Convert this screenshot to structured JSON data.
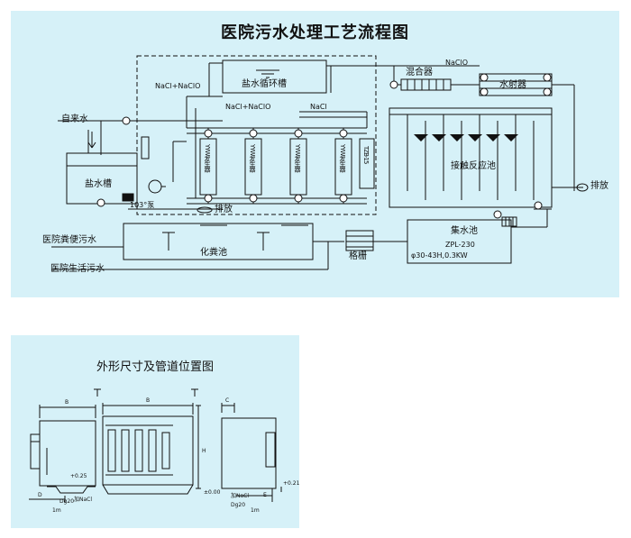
{
  "flow": {
    "title": "医院污水处理工艺流程图",
    "labels": {
      "nacl_nacl0_top": "NaCl+NaClO",
      "brine_cycle_tank": "盐水循环槽",
      "nacl0_right": "NaClO",
      "mixer": "混合器",
      "ejector": "水射器",
      "tap_water": "自来水",
      "nacl_nacl0_mid": "NaCl+NaClO",
      "nacl": "NaCl",
      "brine_tank": "盐水槽",
      "pump_103": "103°泵",
      "drain_left": "排放",
      "contact_tank": "接触反应池",
      "drain_right": "排放",
      "feces_sewage": "医院粪便污水",
      "septic_tank": "化粪池",
      "screen": "格栅",
      "collect_tank": "集水池",
      "pump_model": "ZPL-230",
      "pump_spec": "φ30-43H,0.3KW",
      "domestic_sewage": "医院生活污水",
      "generator_label": "YYW发生器",
      "tzb": "TZB-15"
    }
  },
  "dims": {
    "title": "外形尺寸及管道位置图",
    "b": "B",
    "c": "C",
    "h": "H",
    "d": "D",
    "e": "E",
    "plus_025": "+0.25",
    "plus_021": "+0.21",
    "zero": "±0.00",
    "dg20_left": "Dg20",
    "dg20_right": "Dg20",
    "salt_left": "加NaCl",
    "salt_right": "加NaCl",
    "dim_1m_left": "1m",
    "dim_1m_right": "1m"
  }
}
